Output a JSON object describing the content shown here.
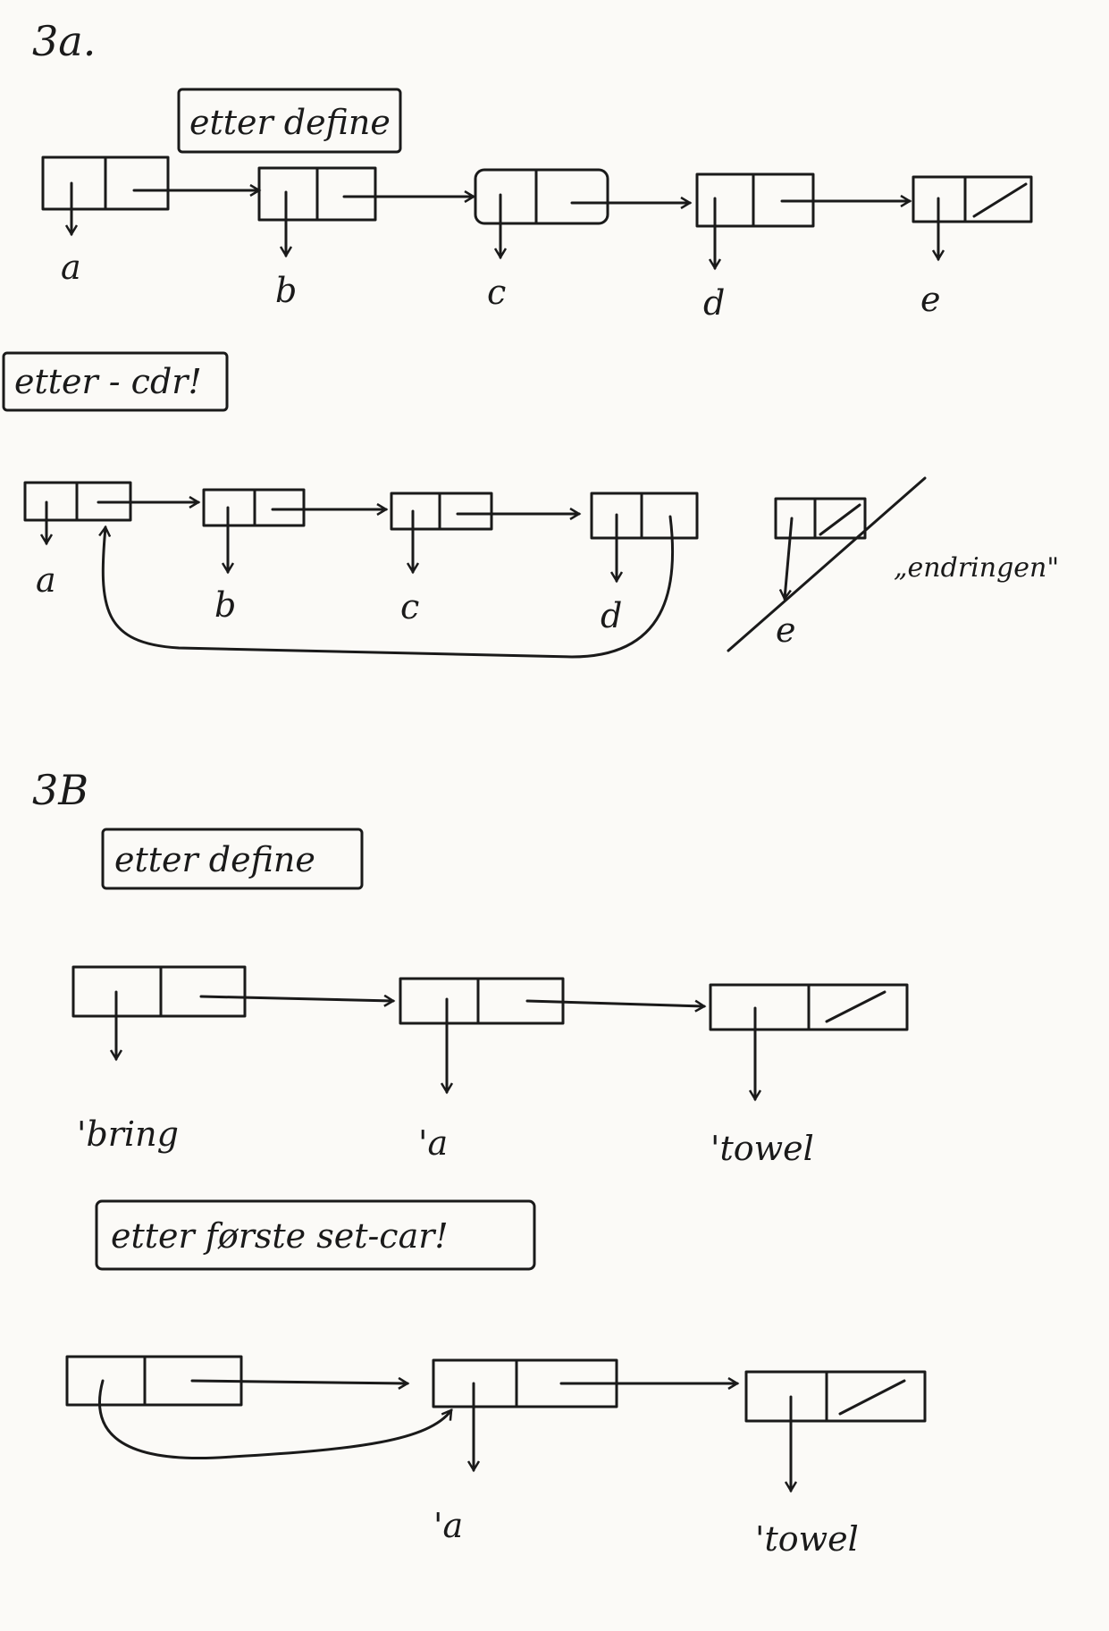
{
  "section_3a": {
    "heading": "3a.",
    "stage1_label": "etter define",
    "stage2_label": "etter - cdr!",
    "symbols": [
      "a",
      "b",
      "c",
      "d",
      "e"
    ],
    "note": "„endringen\""
  },
  "section_3b": {
    "heading": "3B",
    "stage1_label": "etter define",
    "stage2_label": "etter første set-car!",
    "stage1_symbols": [
      "'bring",
      "'a",
      "'towel"
    ],
    "stage2_symbols": [
      "'a",
      "'towel"
    ]
  }
}
